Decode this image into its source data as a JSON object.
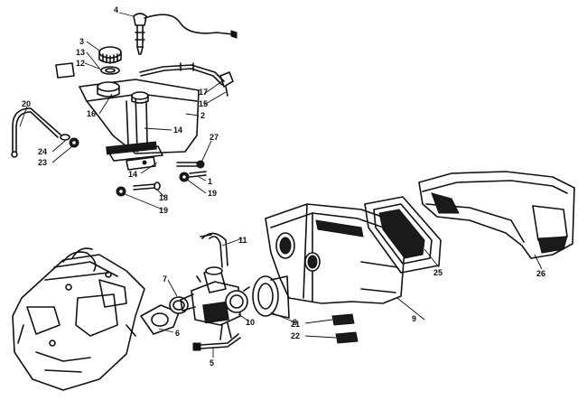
{
  "callouts": {
    "c1": "1",
    "c2": "2",
    "c3": "3",
    "c4": "4",
    "c5": "5",
    "c6": "6",
    "c7": "7",
    "c8": "8",
    "c9": "9",
    "c10": "10",
    "c11": "11",
    "c12": "12",
    "c13": "13",
    "c14a": "14",
    "c14b": "14",
    "c15": "15",
    "c16": "16",
    "c17": "17",
    "c18": "18",
    "c19a": "19",
    "c19b": "19",
    "c20": "20",
    "c21": "21",
    "c22": "22",
    "c23": "23",
    "c24": "24",
    "c25": "25",
    "c26": "26",
    "c27": "27"
  }
}
